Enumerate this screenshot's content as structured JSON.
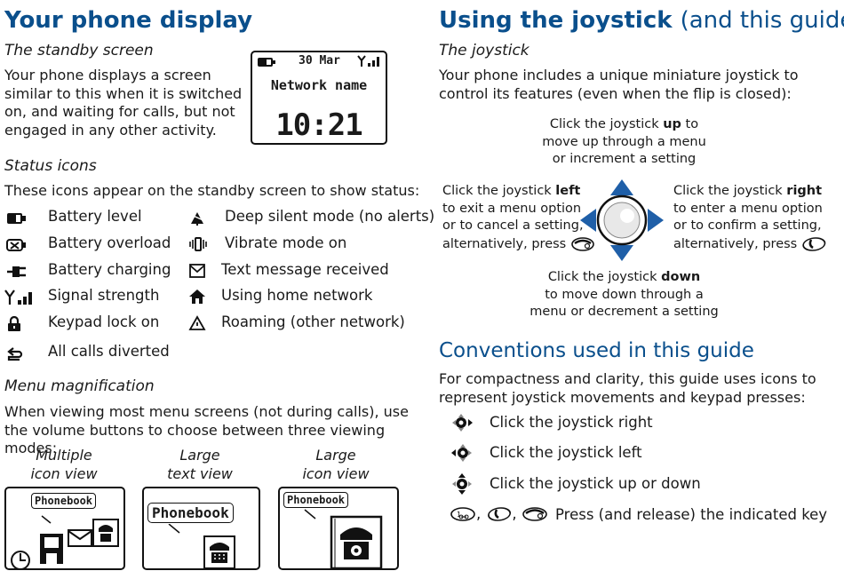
{
  "left": {
    "title": "Your phone display",
    "standby": {
      "heading": "The standby screen",
      "text": "Your phone displays a screen similar to this when it is switched on, and waiting for calls, but not engaged in any other activity.",
      "screen": {
        "date": "30 Mar",
        "network": "Network name",
        "time": "10:21"
      }
    },
    "status": {
      "heading": "Status icons",
      "intro": "These icons appear on the standby screen to show status:",
      "left_items": [
        "Battery level",
        "Battery overload",
        "Battery charging",
        "Signal strength",
        "Keypad lock on",
        "All calls diverted"
      ],
      "right_items": [
        "Deep silent mode (no alerts)",
        "Vibrate mode on",
        "Text message received",
        "Using home network",
        "Roaming (other network)"
      ]
    },
    "menu": {
      "heading": "Menu magnification",
      "text": "When viewing most menu screens (not during calls), use the volume buttons to choose between three viewing modes:",
      "modes": [
        {
          "line1": "Multiple",
          "line2": "icon view",
          "screen_label": "Phonebook"
        },
        {
          "line1": "Large",
          "line2": "text view",
          "screen_label": "Phonebook"
        },
        {
          "line1": "Large",
          "line2": "icon view",
          "screen_label": "Phonebook"
        }
      ]
    }
  },
  "right": {
    "title_bold": "Using the joystick",
    "title_light": "(and this guide)",
    "joystick": {
      "heading": "The joystick",
      "text": "Your phone includes a unique miniature joystick to control its features (even when the flip is closed):",
      "up": {
        "pre": "Click the joystick",
        "dir": "up",
        "post": "to",
        "line2": "move up through a menu",
        "line3": "or increment a setting"
      },
      "left": {
        "pre": "Click the joystick",
        "dir": "left",
        "line2": "to exit a menu option",
        "line3": "or to cancel a setting,",
        "line4": "alternatively, press"
      },
      "right": {
        "pre": "Click the joystick",
        "dir": "right",
        "line2": "to enter a menu option",
        "line3": "or to confirm a setting,",
        "line4": "alternatively, press"
      },
      "down": {
        "pre": "Click the joystick",
        "dir": "down",
        "line2": "to move down through a",
        "line3": "menu or decrement a setting"
      }
    },
    "conventions": {
      "heading": "Conventions used in this guide",
      "text": "For compactness and clarity, this guide uses icons to represent joystick movements and keypad presses:",
      "items": [
        "Click the joystick right",
        "Click the joystick left",
        "Click the joystick up or down",
        "Press (and release) the indicated key"
      ],
      "key_sep": ","
    }
  },
  "colors": {
    "heading": "#0a4f8c",
    "arrow": "#1f5fa8"
  }
}
